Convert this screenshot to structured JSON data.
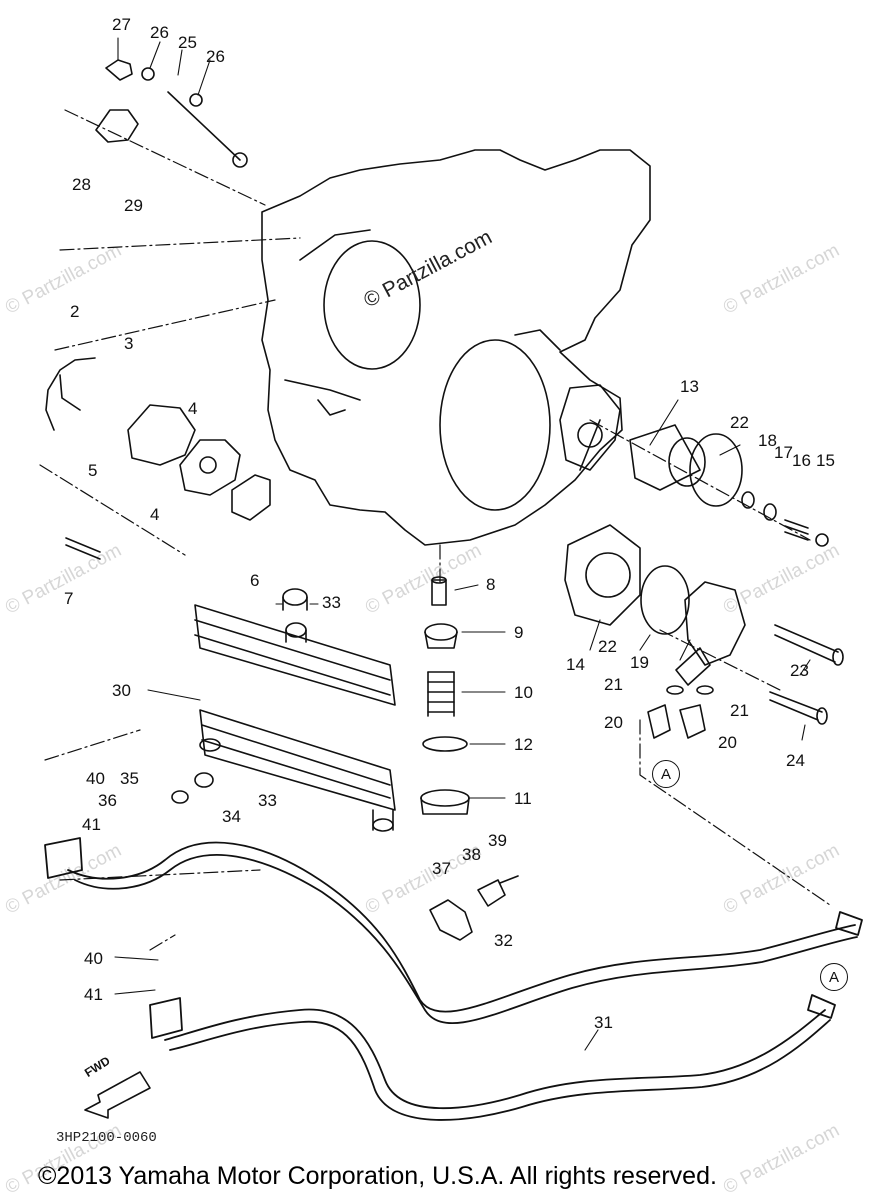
{
  "diagram": {
    "callouts": [
      {
        "id": "c27",
        "text": "27"
      },
      {
        "id": "c26a",
        "text": "26"
      },
      {
        "id": "c25",
        "text": "25"
      },
      {
        "id": "c26b",
        "text": "26"
      },
      {
        "id": "c28",
        "text": "28"
      },
      {
        "id": "c29",
        "text": "29"
      },
      {
        "id": "c2",
        "text": "2"
      },
      {
        "id": "c3",
        "text": "3"
      },
      {
        "id": "c4a",
        "text": "4"
      },
      {
        "id": "c5",
        "text": "5"
      },
      {
        "id": "c4b",
        "text": "4"
      },
      {
        "id": "c7",
        "text": "7"
      },
      {
        "id": "c6",
        "text": "6"
      },
      {
        "id": "c33a",
        "text": "33"
      },
      {
        "id": "c30",
        "text": "30"
      },
      {
        "id": "c40a",
        "text": "40"
      },
      {
        "id": "c35",
        "text": "35"
      },
      {
        "id": "c36",
        "text": "36"
      },
      {
        "id": "c41a",
        "text": "41"
      },
      {
        "id": "c34",
        "text": "34"
      },
      {
        "id": "c33b",
        "text": "33"
      },
      {
        "id": "c8",
        "text": "8"
      },
      {
        "id": "c9",
        "text": "9"
      },
      {
        "id": "c10",
        "text": "10"
      },
      {
        "id": "c12",
        "text": "12"
      },
      {
        "id": "c11",
        "text": "11"
      },
      {
        "id": "c39",
        "text": "39"
      },
      {
        "id": "c38",
        "text": "38"
      },
      {
        "id": "c37",
        "text": "37"
      },
      {
        "id": "c32",
        "text": "32"
      },
      {
        "id": "c13",
        "text": "13"
      },
      {
        "id": "c22a",
        "text": "22"
      },
      {
        "id": "c18",
        "text": "18"
      },
      {
        "id": "c17",
        "text": "17"
      },
      {
        "id": "c16",
        "text": "16"
      },
      {
        "id": "c15",
        "text": "15"
      },
      {
        "id": "c14",
        "text": "14"
      },
      {
        "id": "c22b",
        "text": "22"
      },
      {
        "id": "c19",
        "text": "19"
      },
      {
        "id": "c23",
        "text": "23"
      },
      {
        "id": "c21a",
        "text": "21"
      },
      {
        "id": "c21b",
        "text": "21"
      },
      {
        "id": "c20a",
        "text": "20"
      },
      {
        "id": "c20b",
        "text": "20"
      },
      {
        "id": "c24",
        "text": "24"
      },
      {
        "id": "c40b",
        "text": "40"
      },
      {
        "id": "c41b",
        "text": "41"
      },
      {
        "id": "c31",
        "text": "31"
      }
    ],
    "ref_label_a1": "A",
    "ref_label_a2": "A",
    "fwd_label": "FWD",
    "drawing_code": "3HP2100-0060"
  },
  "watermark": {
    "main": "© Partzilla.com",
    "faint": "© Partzilla.com"
  },
  "footer": {
    "copyright": "©2013 Yamaha Motor Corporation, U.S.A. All rights reserved."
  },
  "colors": {
    "ink": "#111111",
    "watermark": "#d6d6d6",
    "background": "#ffffff"
  }
}
